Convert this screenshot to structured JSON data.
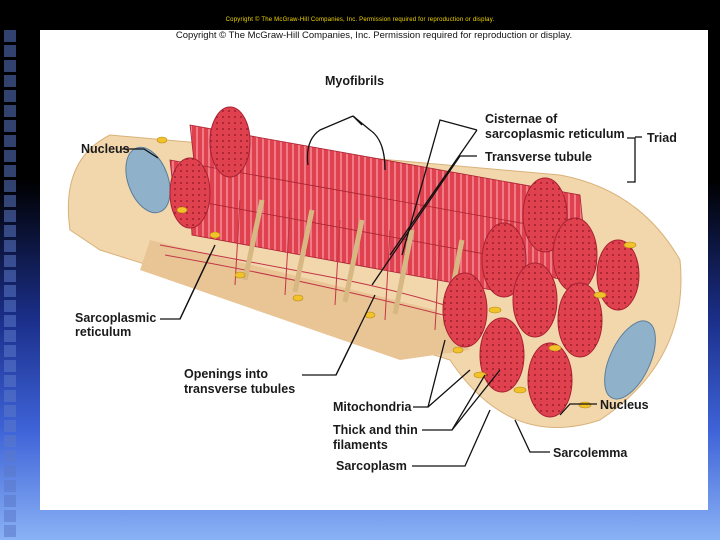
{
  "header": {
    "copyright": "Copyright © The McGraw-Hill Companies, Inc. Permission required for reproduction or display."
  },
  "slide": {
    "copyright": "Copyright © The McGraw-Hill Companies, Inc. Permission required for reproduction or display."
  },
  "labels": {
    "myofibrils": "Myofibrils",
    "cisternae_1": "Cisternae of",
    "cisternae_2": "sarcoplasmic reticulum",
    "triad": "Triad",
    "transverse_tubule": "Transverse tubule",
    "nucleus_left": "Nucleus",
    "sarcoplasmic_1": "Sarcoplasmic",
    "sarcoplasmic_2": "reticulum",
    "openings_1": "Openings into",
    "openings_2": "transverse tubules",
    "mitochondria": "Mitochondria",
    "filaments_1": "Thick and thin",
    "filaments_2": "filaments",
    "sarcoplasm": "Sarcoplasm",
    "nucleus_right": "Nucleus",
    "sarcolemma": "Sarcolemma"
  },
  "colors": {
    "myofibril": "#e0414f",
    "myofibril_light": "#f07a86",
    "sarcoplasm": "#f2d6ac",
    "sarcolemma": "#e8c08a",
    "nucleus": "#8fb1c9",
    "mitochondria": "#f2c22b",
    "background_blue": "#3e63d8"
  }
}
